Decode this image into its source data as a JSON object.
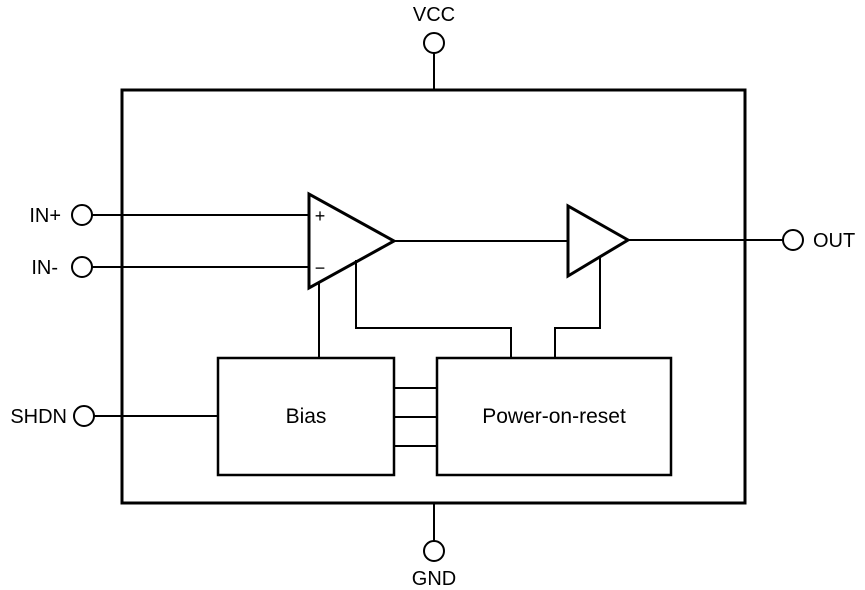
{
  "pins": {
    "vcc": "VCC",
    "gnd": "GND",
    "in_plus": "IN+",
    "in_minus": "IN-",
    "shdn": "SHDN",
    "out": "OUT"
  },
  "blocks": {
    "bias": "Bias",
    "por": "Power-on-reset"
  },
  "comparator": {
    "plus_sign": "+",
    "minus_sign": "−"
  }
}
